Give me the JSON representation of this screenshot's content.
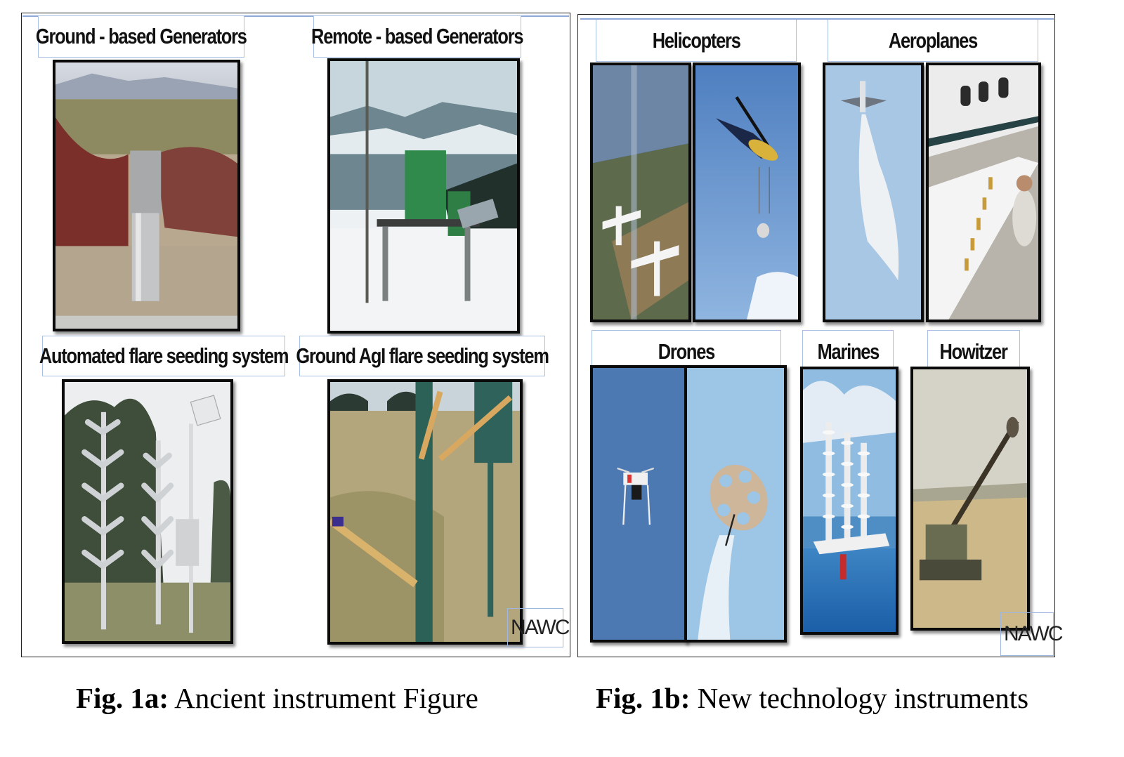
{
  "figure_a": {
    "labels": {
      "ground_generators": "Ground - based Generators",
      "remote_generators": "Remote - based Generators",
      "automated_flare": "Automated flare seeding system",
      "ground_agi_flare": "Ground AgI flare seeding system"
    },
    "watermark": "NAWC",
    "caption_prefix": "Fig. 1a:",
    "caption_text": " Ancient instrument Figure"
  },
  "figure_b": {
    "labels": {
      "helicopters": "Helicopters",
      "aeroplanes": "Aeroplanes",
      "drones": "Drones",
      "marines": "Marines",
      "howitzer": "Howitzer"
    },
    "watermark": "NAWC",
    "caption_prefix": "Fig. 1b:",
    "caption_text": " New technology instruments"
  },
  "colors": {
    "panel_border": "#222222",
    "label_border": "#a9bfe3",
    "photo_border": "#0a0a0a"
  }
}
